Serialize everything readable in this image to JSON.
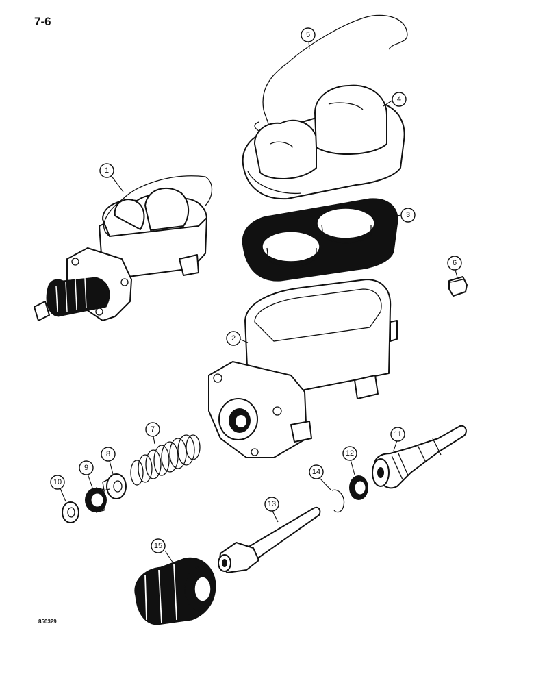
{
  "page_number": "7-6",
  "figure_code": "850329",
  "callouts": [
    {
      "id": "1"
    },
    {
      "id": "2"
    },
    {
      "id": "3"
    },
    {
      "id": "4"
    },
    {
      "id": "5"
    },
    {
      "id": "6"
    },
    {
      "id": "7"
    },
    {
      "id": "8"
    },
    {
      "id": "9"
    },
    {
      "id": "10"
    },
    {
      "id": "11"
    },
    {
      "id": "12"
    },
    {
      "id": "13"
    },
    {
      "id": "14"
    },
    {
      "id": "15"
    }
  ]
}
